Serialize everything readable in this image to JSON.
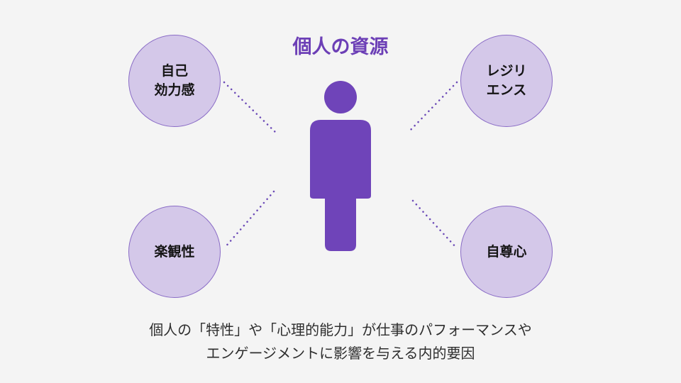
{
  "title": "個人の資源",
  "colors": {
    "accent": "#6c3fb6",
    "bubble_fill": "#d4c8e9",
    "bubble_border": "#8a6cc6",
    "person": "#6f44b9"
  },
  "icons": {
    "center": "person-icon"
  },
  "resources": [
    {
      "label": "自己\n効力感"
    },
    {
      "label": "レジリ\nエンス"
    },
    {
      "label": "楽観性"
    },
    {
      "label": "自尊心"
    }
  ],
  "caption": {
    "line1": "個人の「特性」や「心理的能力」が仕事のパフォーマンスや",
    "line2": "エンゲージメントに影響を与える内的要因"
  }
}
